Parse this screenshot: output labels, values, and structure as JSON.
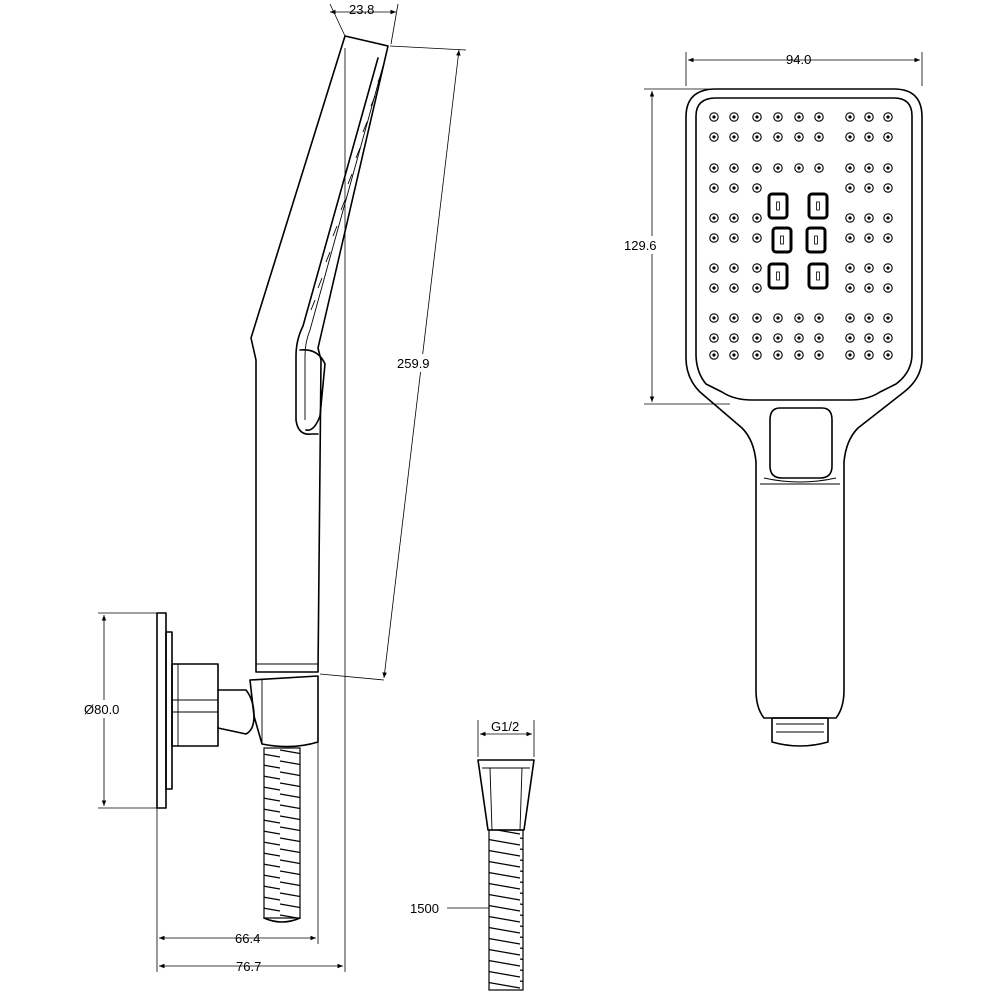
{
  "dimensions": {
    "head_depth": "23.8",
    "head_width": "94.0",
    "head_height": "129.6",
    "handle_length": "259.9",
    "flange_diameter": "Ø80.0",
    "bracket_projection_inner": "66.4",
    "bracket_projection_outer": "76.7",
    "hose_thread": "G1/2",
    "hose_length": "1500"
  }
}
